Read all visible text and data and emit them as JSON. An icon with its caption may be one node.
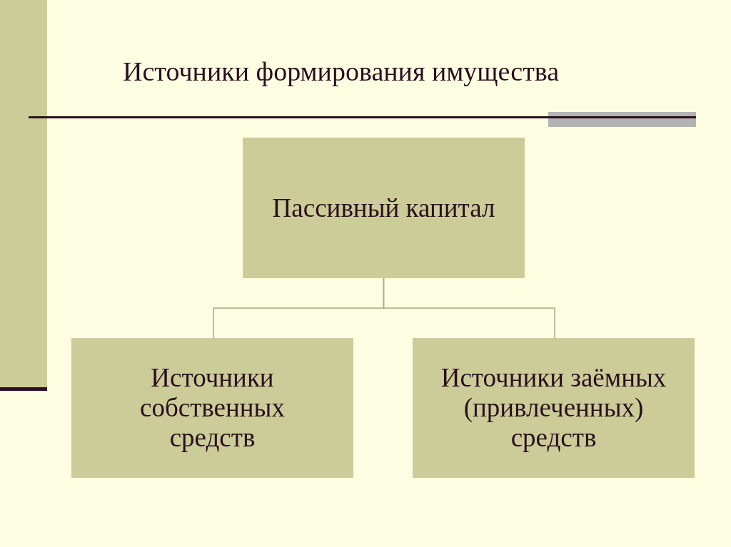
{
  "diagram": {
    "title": "Источники формирования имущества",
    "nodes": [
      {
        "text": [
          "Пассивный капитал"
        ]
      },
      {
        "text": [
          "Источники собственных средств"
        ]
      },
      {
        "text": [
          "Источники заёмных (привлеченных) средств"
        ]
      }
    ],
    "edges": [
      {
        "from": 0,
        "to": 1,
        "arrow": "none"
      },
      {
        "from": 0,
        "to": 2,
        "arrow": "none"
      }
    ]
  }
}
